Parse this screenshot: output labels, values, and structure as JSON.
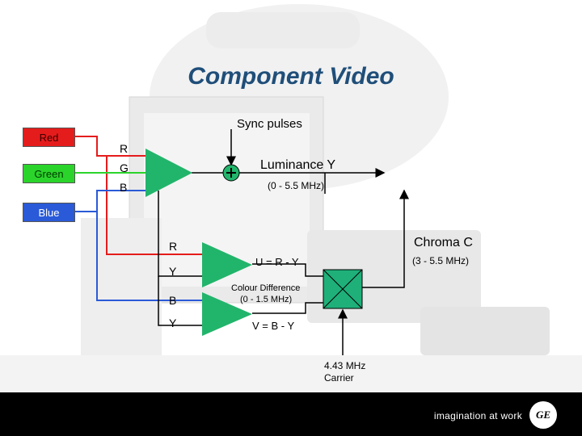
{
  "title": "Component Video",
  "inputs": {
    "red": "Red",
    "green": "Green",
    "blue": "Blue"
  },
  "channel_labels": {
    "r": "R",
    "g": "G",
    "b": "B",
    "r2": "R",
    "y1": "Y",
    "b2": "B",
    "y2": "Y"
  },
  "sync_pulses": "Sync pulses",
  "luminance": {
    "label": "Luminance Y",
    "range": "(0 - 5.5 MHz)"
  },
  "chroma": {
    "label": "Chroma C",
    "range": "(3 - 5.5 MHz)"
  },
  "u_label": "U = R - Y",
  "v_label": "V = B - Y",
  "colour_difference": {
    "label": "Colour Difference",
    "range": "(0 - 1.5 MHz)"
  },
  "carrier": {
    "freq": "4.43 MHz",
    "label": "Carrier"
  },
  "footer": {
    "tagline": "imagination at work",
    "logo": "GE"
  },
  "colors": {
    "red": "#e51c1c",
    "green": "#2bd42b",
    "blue": "#2a5ad8",
    "amp": "#21b56b",
    "modulator": "#1fb07a",
    "title": "#1f4e79",
    "background_photo": "#e6e6e6"
  }
}
